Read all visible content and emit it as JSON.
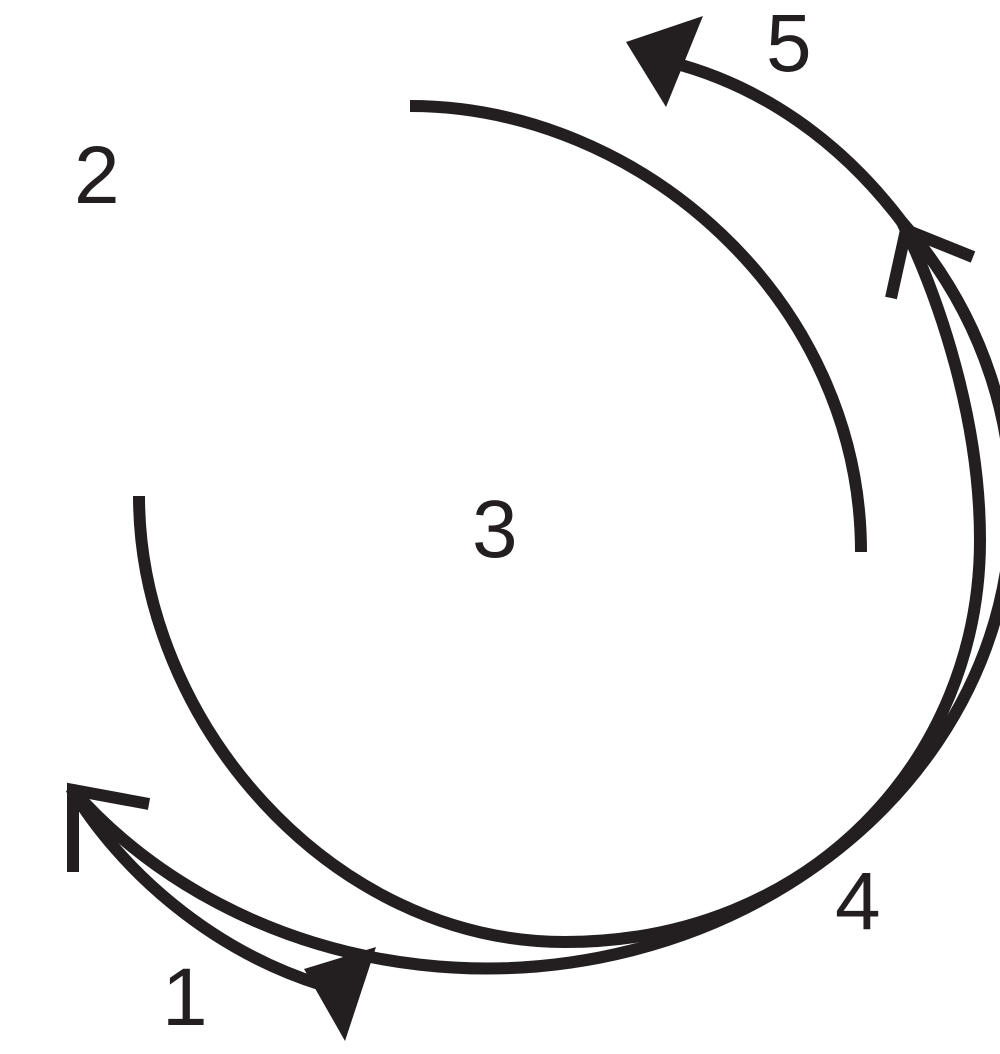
{
  "colors": {
    "ink": "#231f20",
    "background": "#ffffff"
  },
  "labels": {
    "one": "1",
    "two": "2",
    "three": "3",
    "four": "4",
    "five": "5"
  },
  "arrowheads": {
    "bottom_left": "filled-triangle",
    "top_right": "filled-triangle",
    "left_chevron": "open-chevron",
    "right_chevron": "open-chevron"
  }
}
